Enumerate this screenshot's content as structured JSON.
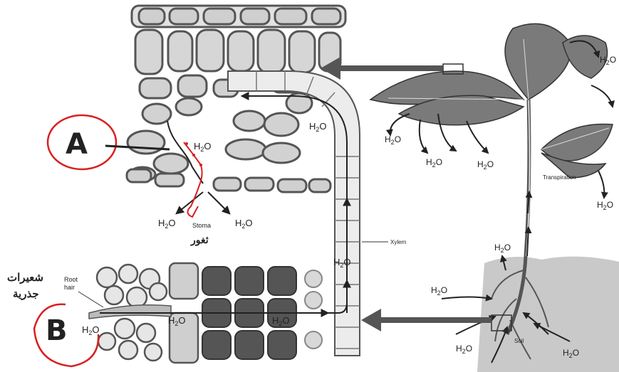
{
  "labels": {
    "a": "A",
    "b": "B",
    "h2o": "H",
    "h2o_sub": "2",
    "h2o_o": "O",
    "stoma": "Stoma",
    "stoma_ar": "ثغور",
    "root_hair_1": "Root",
    "root_hair_2": "hair",
    "root_hair_ar_1": "شعيرات",
    "root_hair_ar_2": "جذرية",
    "xylem": "Xylem",
    "transpiration": "Transpiration",
    "soil": "Soil"
  },
  "colors": {
    "annotation_red": "#d92020",
    "cell_wall": "#555555",
    "cell_fill": "#d8d8d8",
    "dark_cell": "#555555",
    "soil": "#c9c9c9",
    "arrow": "#444444"
  }
}
